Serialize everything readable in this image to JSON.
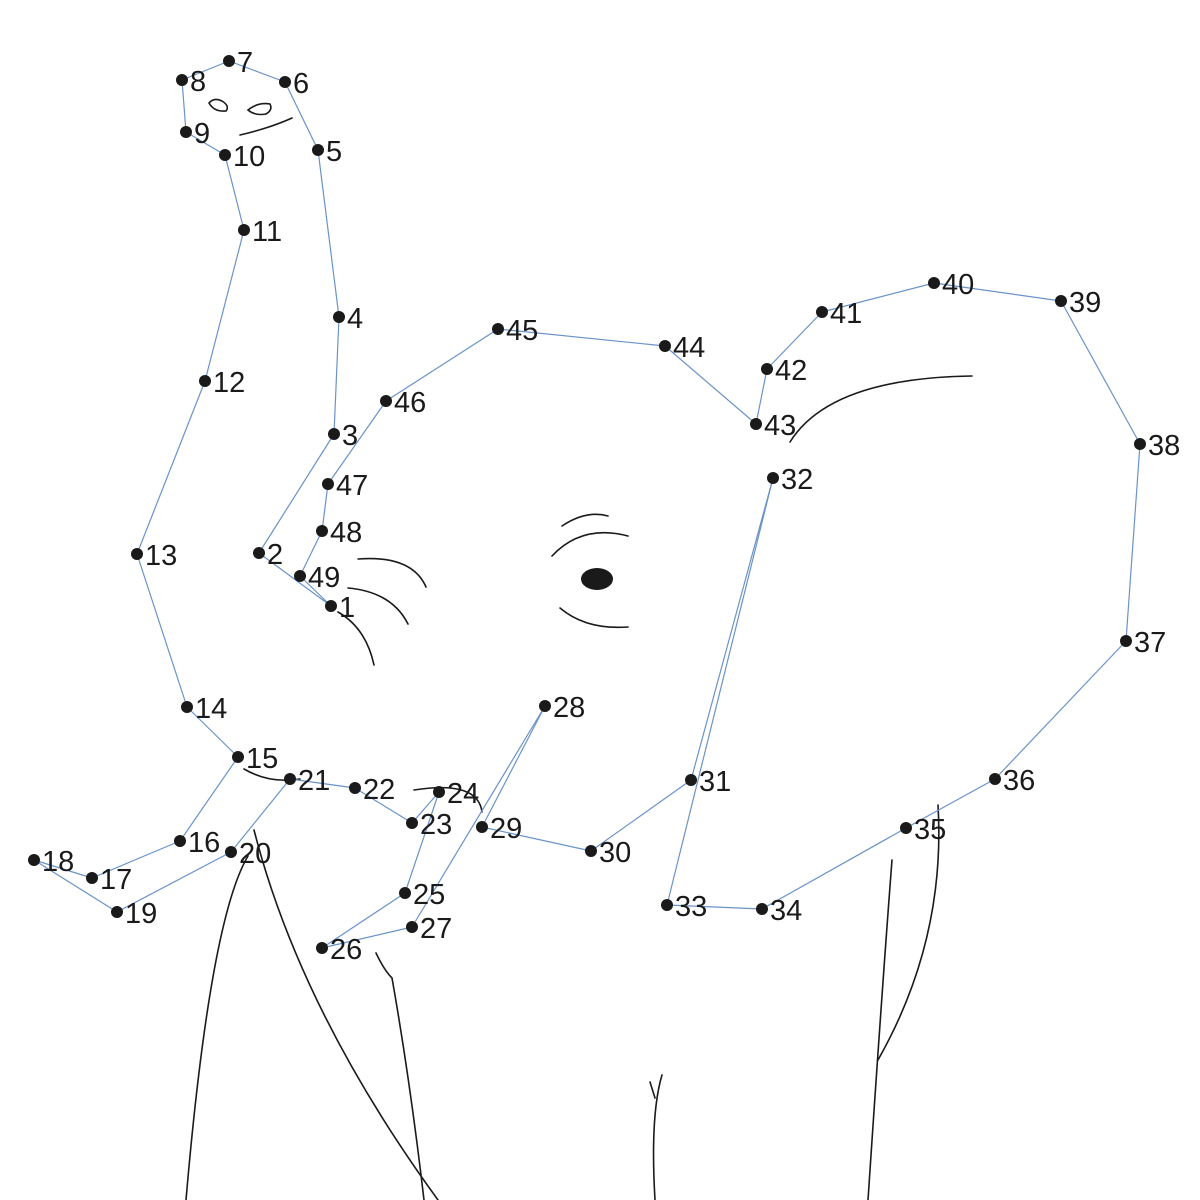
{
  "colors": {
    "connector_line": "#6a93c8",
    "dot": "#1a1a1a",
    "sketch_line": "#1a1a1a",
    "background": "#ffffff"
  },
  "puzzle": {
    "labels": [
      "1",
      "2",
      "3",
      "4",
      "5",
      "6",
      "7",
      "8",
      "9",
      "10",
      "11",
      "12",
      "13",
      "14",
      "15",
      "16",
      "17",
      "18",
      "19",
      "20",
      "21",
      "22",
      "23",
      "24",
      "25",
      "26",
      "27",
      "28",
      "29",
      "30",
      "31",
      "32",
      "33",
      "34",
      "35",
      "36",
      "37",
      "38",
      "39",
      "40",
      "41",
      "42",
      "43",
      "44",
      "45",
      "46",
      "47",
      "48",
      "49"
    ]
  }
}
